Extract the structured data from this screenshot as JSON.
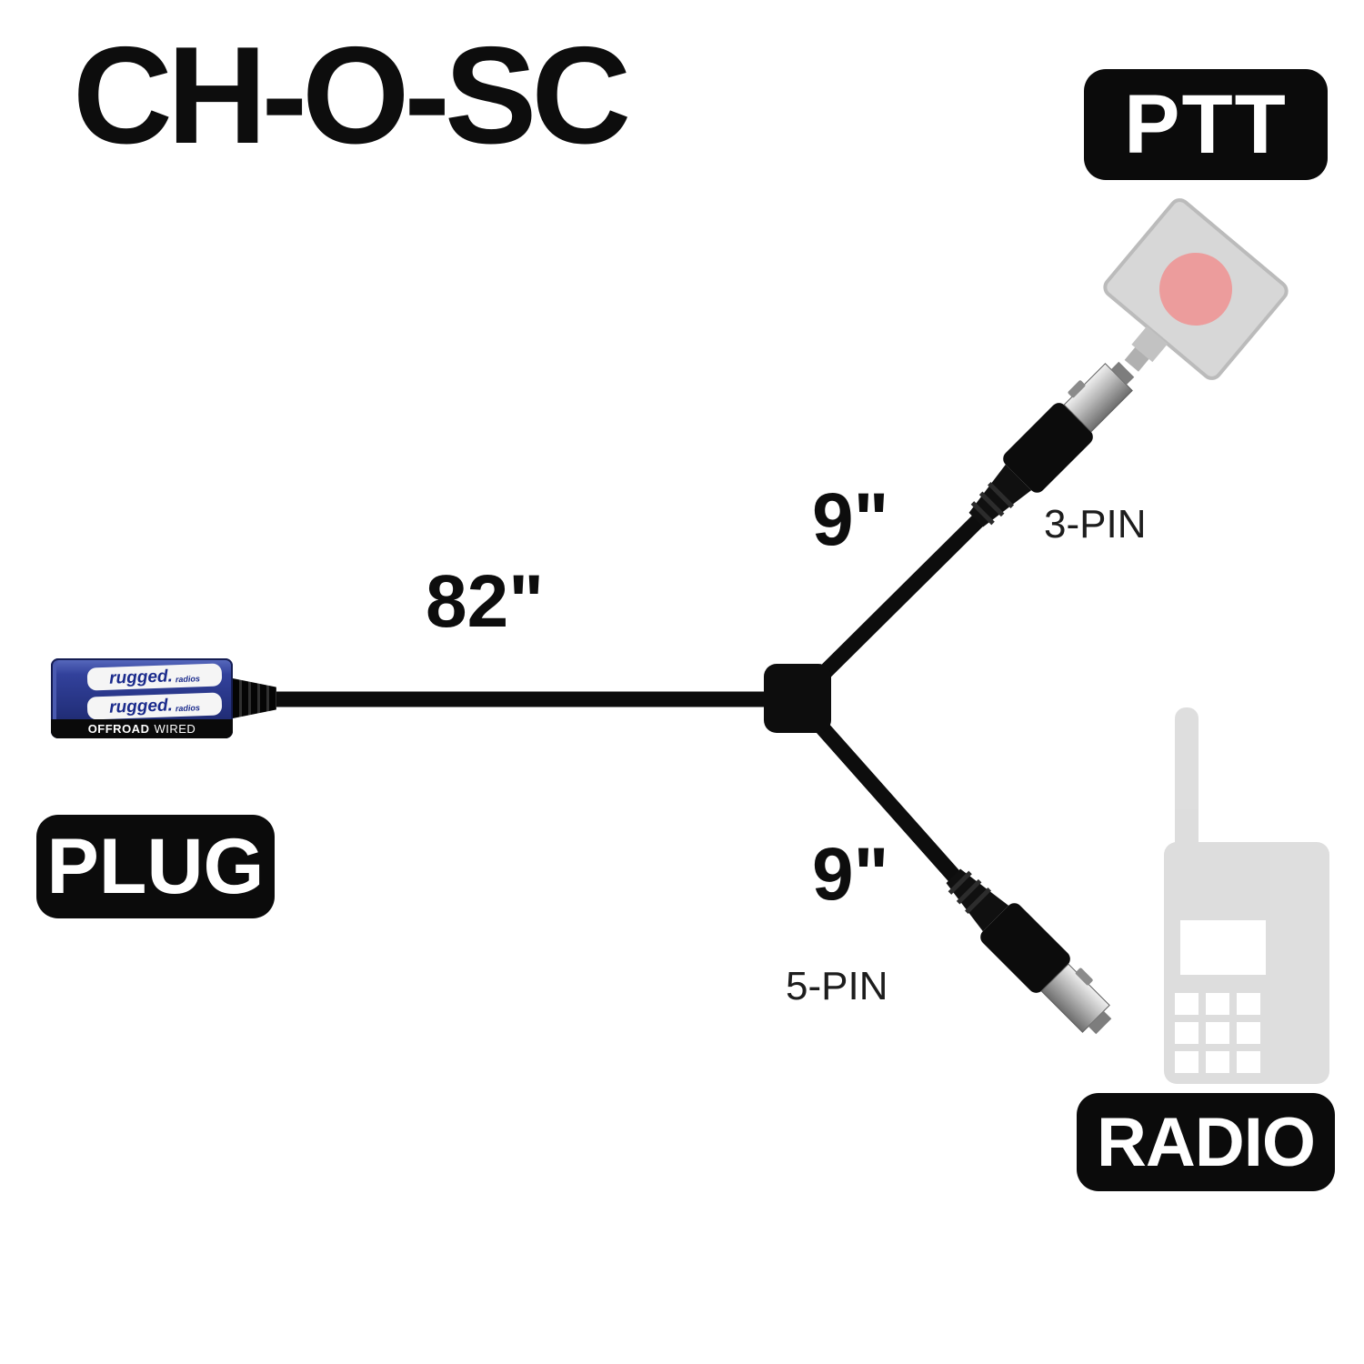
{
  "title": "CH-O-SC",
  "badges": {
    "ptt": "PTT",
    "plug": "PLUG",
    "radio": "RADIO"
  },
  "cable": {
    "main_length_label": "82\"",
    "upper_branch_length_label": "9\"",
    "lower_branch_length_label": "9\"",
    "upper_connector_label": "3-PIN",
    "lower_connector_label": "5-PIN"
  },
  "plug": {
    "brand": "rugged.",
    "brand_sub": "radios",
    "band_bold": "OFFROAD",
    "band_normal": "WIRED"
  },
  "colors": {
    "badge_bg": "#0b0b0b",
    "cable_black": "#0d0d0d",
    "plug_blue": "#24317e",
    "ptt_red": "#e05c5c",
    "ghost_gray": "#c2c2c2"
  }
}
